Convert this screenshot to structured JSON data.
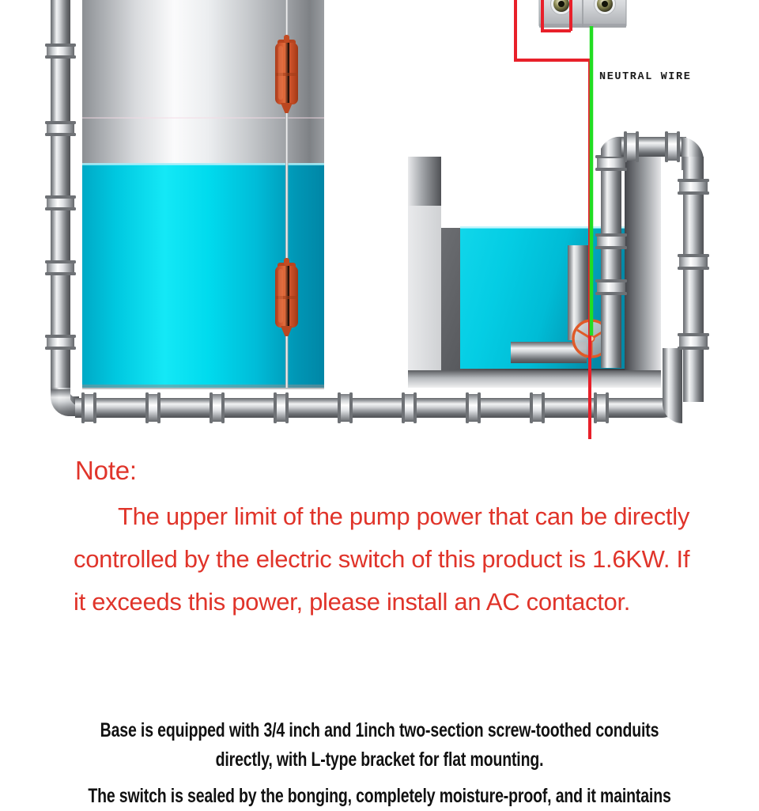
{
  "diagram": {
    "title": "water-level-float-switch-pump-wiring-diagram",
    "labels": {
      "neutral_wire": "NEUTRAL WIRE"
    },
    "colors": {
      "water": "#00d4e6",
      "water_light": "#1ae8f5",
      "water_dark": "#00a8c4",
      "float_orange": "#cf4f29",
      "float_orange_light": "#e1683c",
      "live_wire_red": "#e8202a",
      "neutral_wire_green": "#22dd22",
      "pipe_light": "#fdfdfd",
      "pipe_mid": "#b9bcc0",
      "pipe_dark": "#56585c",
      "tank_light": "#f4f5f6",
      "tank_mid": "#b4b7bb",
      "tank_dark": "#6e7175",
      "sump_dark": "#4a4c50",
      "outlet_body": "#d8dadd"
    },
    "parts": {
      "storage_tank": "storage-tank",
      "sump_tank": "sump-tank",
      "upper_float": "upper-float-switch",
      "lower_float": "lower-float-switch",
      "pump": "pump-impeller",
      "outlet_box": "electrical-outlet-box",
      "left_riser_pipe": "left-riser-pipe",
      "bottom_pipe": "bottom-horizontal-pipe",
      "right_riser_pipe": "right-riser-pipe",
      "inverted_u_pipe": "inverted-u-pipe"
    }
  },
  "note": {
    "heading": "Note:",
    "body": "The upper limit of the pump power that can be directly controlled by the electric switch of this product is 1.6KW. If it exceeds this power, please install an AC contactor.",
    "color": "#e0342a"
  },
  "bottom_text": {
    "line1": "Base is equipped with 3/4 inch and 1inch two-section screw-toothed conduits",
    "line2": "directly, with L-type bracket for flat mounting.",
    "line3": "The switch is sealed by the bonging, completely moisture-proof, and it maintains",
    "color": "#111111"
  }
}
